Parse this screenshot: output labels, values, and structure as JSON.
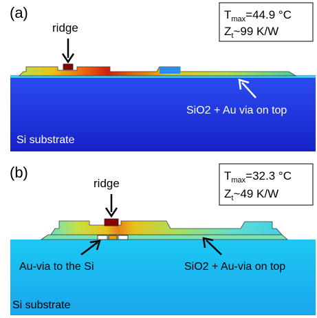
{
  "panels": [
    {
      "label": "(a)",
      "tmax_prefix": "T",
      "tmax_sub": "max",
      "tmax_value": "=44.9 °C",
      "zt_prefix": "Z",
      "zt_sub": "t",
      "zt_value": "~99 K/W",
      "ridge_label": "ridge",
      "annotation_right": "SiO2 + Au via on top",
      "substrate_label": "Si substrate"
    },
    {
      "label": "(b)",
      "tmax_prefix": "T",
      "tmax_sub": "max",
      "tmax_value": "=32.3 °C",
      "zt_prefix": "Z",
      "zt_sub": "t",
      "zt_value": "~49 K/W",
      "ridge_label": "ridge",
      "annotation_left": "Au-via to the Si",
      "annotation_right": "SiO2 + Au-via on top",
      "substrate_label": "Si substrate"
    }
  ],
  "colors": {
    "substrate_a": "#1a2fd9",
    "substrate_b": "#1fb6f0",
    "hot": "#8b0000",
    "warm": "#e8c21a",
    "annotation_white": "#ffffff",
    "annotation_black": "#000000"
  }
}
